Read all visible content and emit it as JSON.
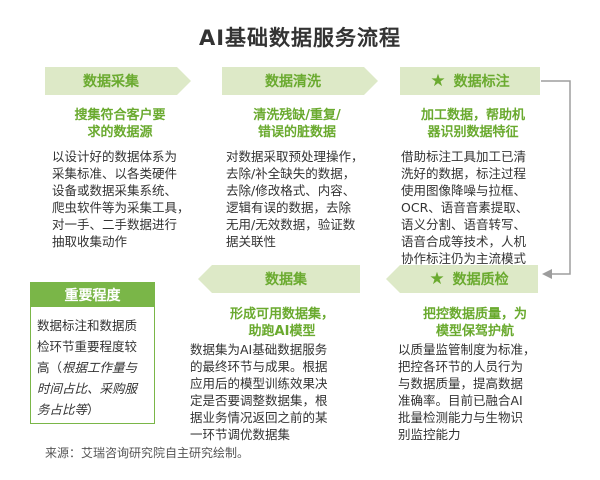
{
  "title": "AI基础数据服务流程",
  "stages": {
    "collect": {
      "name": "数据采集",
      "subtitle": [
        "搜集符合客户要",
        "求的数据源"
      ],
      "description": [
        "以设计好的数据体系为",
        "采集标准、以各类硬件",
        "设备或数据采集系统、",
        "爬虫软件等为采集工具，",
        "对一手、二手数据进行",
        "抽取收集动作"
      ]
    },
    "clean": {
      "name": "数据清洗",
      "subtitle": [
        "清洗残缺/重复/",
        "错误的脏数据"
      ],
      "description": [
        "对数据采取预处理操作，",
        "去除/补全缺失的数据，",
        "去除/修改格式、内容、",
        "逻辑有误的数据，去除",
        "无用/无效数据，验证数",
        "据关联性"
      ]
    },
    "label": {
      "name": "数据标注",
      "subtitle": [
        "加工数据，帮助机",
        "器识别数据特征"
      ],
      "description": [
        "借助标注工具加工已清",
        "洗好的数据，标注过程",
        "使用图像降噪与拉框、",
        "OCR、语音音素提取、",
        "语义分割、语音转写、",
        "语音合成等技术，人机",
        "协作标注仍为主流模式"
      ]
    },
    "quality": {
      "name": "数据质检",
      "subtitle": [
        "把控数据质量，为",
        "模型保驾护航"
      ],
      "description": [
        "以质量监管制度为标准，",
        "把控各环节的人员行为",
        "与数据质量，提高数据",
        "准确率。目前已融合AI",
        "批量检测能力与生物识",
        "别监控能力"
      ]
    },
    "dataset": {
      "name": "数据集",
      "subtitle": [
        "形成可用数据集，",
        "助跑AI模型"
      ],
      "description": [
        "数据集为AI基础数据服务",
        "的最终环节与成果。根据",
        "应用后的模型训练效果决",
        "定是否要调整数据集，根",
        "据业务情况返回之前的某",
        "一环节调优数据集"
      ]
    }
  },
  "importance": {
    "title": "重要程度",
    "line1": "数据标注和数据质",
    "line2": "检环节重要程度较",
    "line3_plain": "高（",
    "line3_italic": "根据工作量与",
    "line4_italic": "时间占比、采购服",
    "line5_italic": "务占比等",
    "line5_plain": "）"
  },
  "source": "来源：艾瑞咨询研究院自主研究绘制。",
  "colors": {
    "accent": "#6aaa2f",
    "band": "#dde9c7",
    "box": "#7ab648",
    "arrow": "#9d9d9d"
  },
  "icons": {
    "key_stage": "star-icon"
  }
}
